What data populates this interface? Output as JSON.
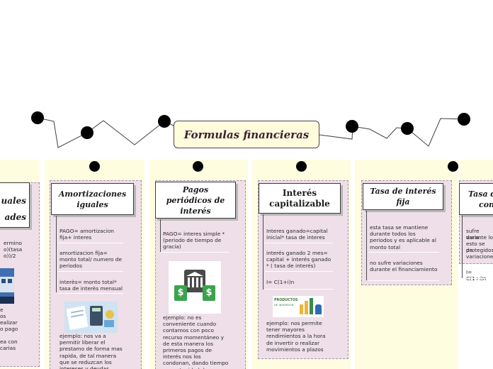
{
  "title": "Formulas financieras",
  "topics": {
    "left_partial": {
      "heading_line1": "uales",
      "heading_line2": "ades",
      "items": [
        "ermino",
        "o)(tasa",
        "o))/2",
        "e",
        "os",
        "ealizar",
        "o pago",
        "ea con",
        "carias"
      ]
    },
    "amortizaciones": {
      "heading": "Amortizaciones iguales",
      "items": [
        "PAGO= amortizacion fija+ interes",
        "amortizacion fija= monto total/ numero de periodos",
        "interès= monto total* tasa de interès mensual"
      ],
      "example": "ejemplo: nos va a permitir liberar el prestamo de forma mas rapida, de tal manera que se reduzcan los intereses y deudas"
    },
    "pagos": {
      "heading": "Pagos periódicos de interés",
      "items": [
        "PAGO= interes simple * (periodo de tiempo de gracia)"
      ],
      "example": "ejemplo: no es conveniente cuando contamos con poco recurso momentáneo y de esta manera los primeros pagos de interés nos los condonan, dando tiempo y oportunidad de no"
    },
    "capitalizable": {
      "heading": "Interés capitalizable",
      "items": [
        "Interes ganado=capital inicial* tasa de interes",
        "interés ganado 2 mes= capital + interés ganado * ( tasa de interés)",
        "I= C(1+i)n"
      ],
      "image_caption_line1": "PRODUCTOS",
      "image_caption_line2": "DE INVERSIÓN",
      "example": "ejemplo: nos permite tener mayores rendimientos a la hora de invertir o realizar movimientos a plazos"
    },
    "tasa_fija": {
      "heading": "Tasa de interés fija",
      "items": [
        "esta tasa se mantiene durante todos los periodos y es aplicable al monto total",
        "no sufre variaciones durante el financiamiento"
      ]
    },
    "right_partial": {
      "heading_line1": "Tasa d",
      "heading_line2": "con",
      "items": [
        "sufre varia",
        "durante lo",
        "esto se da",
        "protegidos",
        "variacione",
        "I= C(1+i)n"
      ]
    }
  },
  "colors": {
    "node_fill": "#000000",
    "title_border": "#5b3a52",
    "title_text": "#3c2134",
    "column_bg": "#fffde0",
    "panel_bg": "#eedfe8"
  },
  "icons": [
    "bank-money-image",
    "calculator-finance-image",
    "investment-products-image",
    "bus-photo-image"
  ]
}
